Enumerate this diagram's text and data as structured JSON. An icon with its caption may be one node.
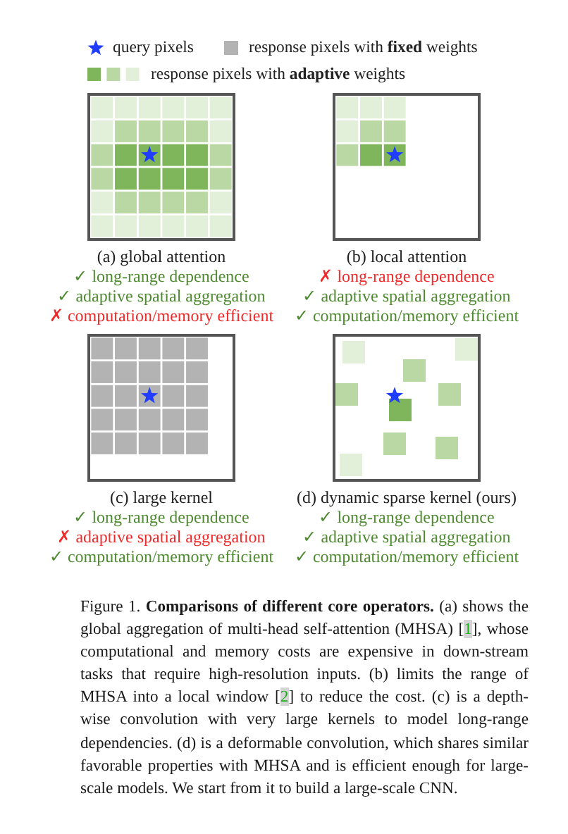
{
  "diagram": {
    "nodes": [
      {
        "text": [
          "(a) global attention"
        ],
        "beside": [
          "✓ long-range dependence",
          "✓ adaptive spatial aggregation",
          "✗ computation/memory efficient"
        ]
      },
      {
        "text": [
          "(b) local attention"
        ],
        "beside": [
          "✗ long-range dependence",
          "✓ adaptive spatial aggregation",
          "✓ computation/memory efficient"
        ]
      },
      {
        "text": [
          "(c) large kernel"
        ],
        "beside": [
          "✓ long-range dependence",
          "✗ adaptive spatial aggregation",
          "✓ computation/memory efficient"
        ]
      },
      {
        "text": [
          "(d) dynamic sparse kernel (ours)"
        ],
        "beside": [
          "✓ long-range dependence",
          "✓ adaptive spatial aggregation",
          "✓ computation/memory efficient"
        ]
      }
    ],
    "legend": [
      {
        "text": "query pixels"
      },
      {
        "text": "response pixels with **fixed** weights",
        "color": "#b3b3b3"
      },
      {
        "text": "response pixels with **adaptive** weights"
      }
    ],
    "caption": "Figure 1. **Comparisons of different core operators.** (a) shows the global aggregation of multi-head self-attention (MHSA) [1], whose computational and memory costs are expensive in down-stream tasks that require high-resolution inputs. (b) limits the range of MHSA into a local window [2] to reduce the cost. (c) is a depth-wise convolution with very large kernels to model long-range dependencies. (d) is a deformable convolution, which shares similar favorable properties with MHSA and is efficient enough for large-scale models. We start from it to build a large-scale CNN."
  }
}
